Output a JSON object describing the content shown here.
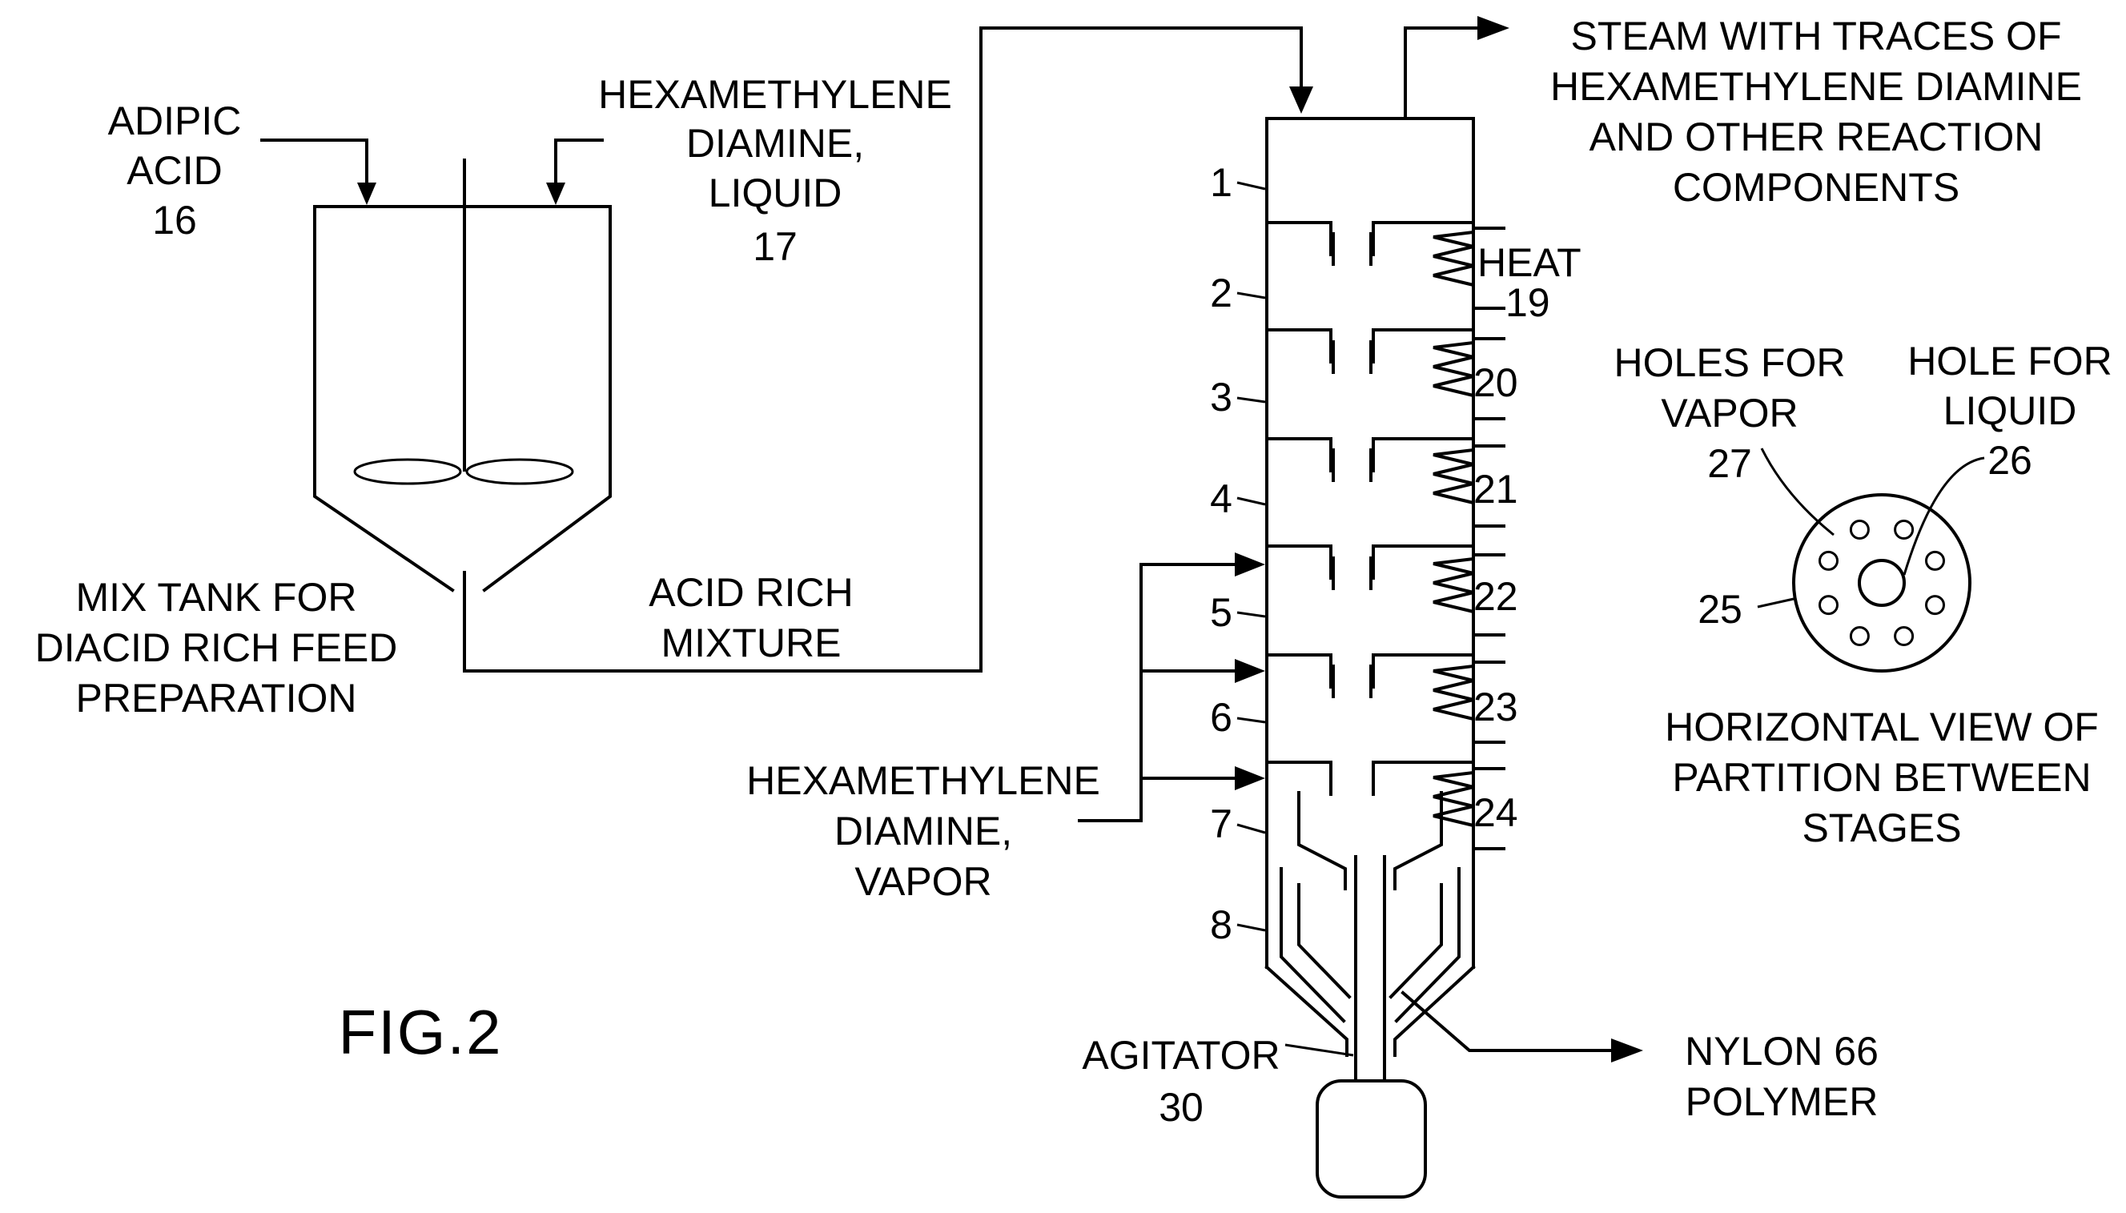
{
  "figure": {
    "label": "FIG.2"
  },
  "feeds": {
    "adipic": [
      "ADIPIC",
      "ACID",
      "16"
    ],
    "hmda_liquid": [
      "HEXAMETHYLENE",
      "DIAMINE,",
      "LIQUID",
      "17"
    ],
    "hmda_vapor": [
      "HEXAMETHYLENE",
      "DIAMINE,",
      "VAPOR"
    ]
  },
  "mix_tank": {
    "caption": [
      "MIX TANK FOR",
      "DIACID RICH FEED",
      "PREPARATION"
    ]
  },
  "transfer": {
    "label": [
      "ACID RICH",
      "MIXTURE"
    ]
  },
  "overhead": {
    "label": [
      "STEAM WITH TRACES OF",
      "HEXAMETHYLENE DIAMINE",
      "AND OTHER REACTION",
      "COMPONENTS"
    ]
  },
  "column": {
    "stages": [
      "1",
      "2",
      "3",
      "4",
      "5",
      "6",
      "7",
      "8"
    ],
    "heat_title": "HEAT",
    "heaters": [
      "19",
      "20",
      "21",
      "22",
      "23",
      "24"
    ]
  },
  "agitator": {
    "label": [
      "AGITATOR",
      "30"
    ]
  },
  "product": {
    "label": [
      "NYLON 66",
      "POLYMER"
    ]
  },
  "partition": {
    "vapor_holes": [
      "HOLES FOR",
      "VAPOR",
      "27"
    ],
    "liquid_hole": [
      "HOLE FOR",
      "LIQUID",
      "26"
    ],
    "number": "25",
    "caption": [
      "HORIZONTAL VIEW OF",
      "PARTITION BETWEEN",
      "STAGES"
    ]
  }
}
